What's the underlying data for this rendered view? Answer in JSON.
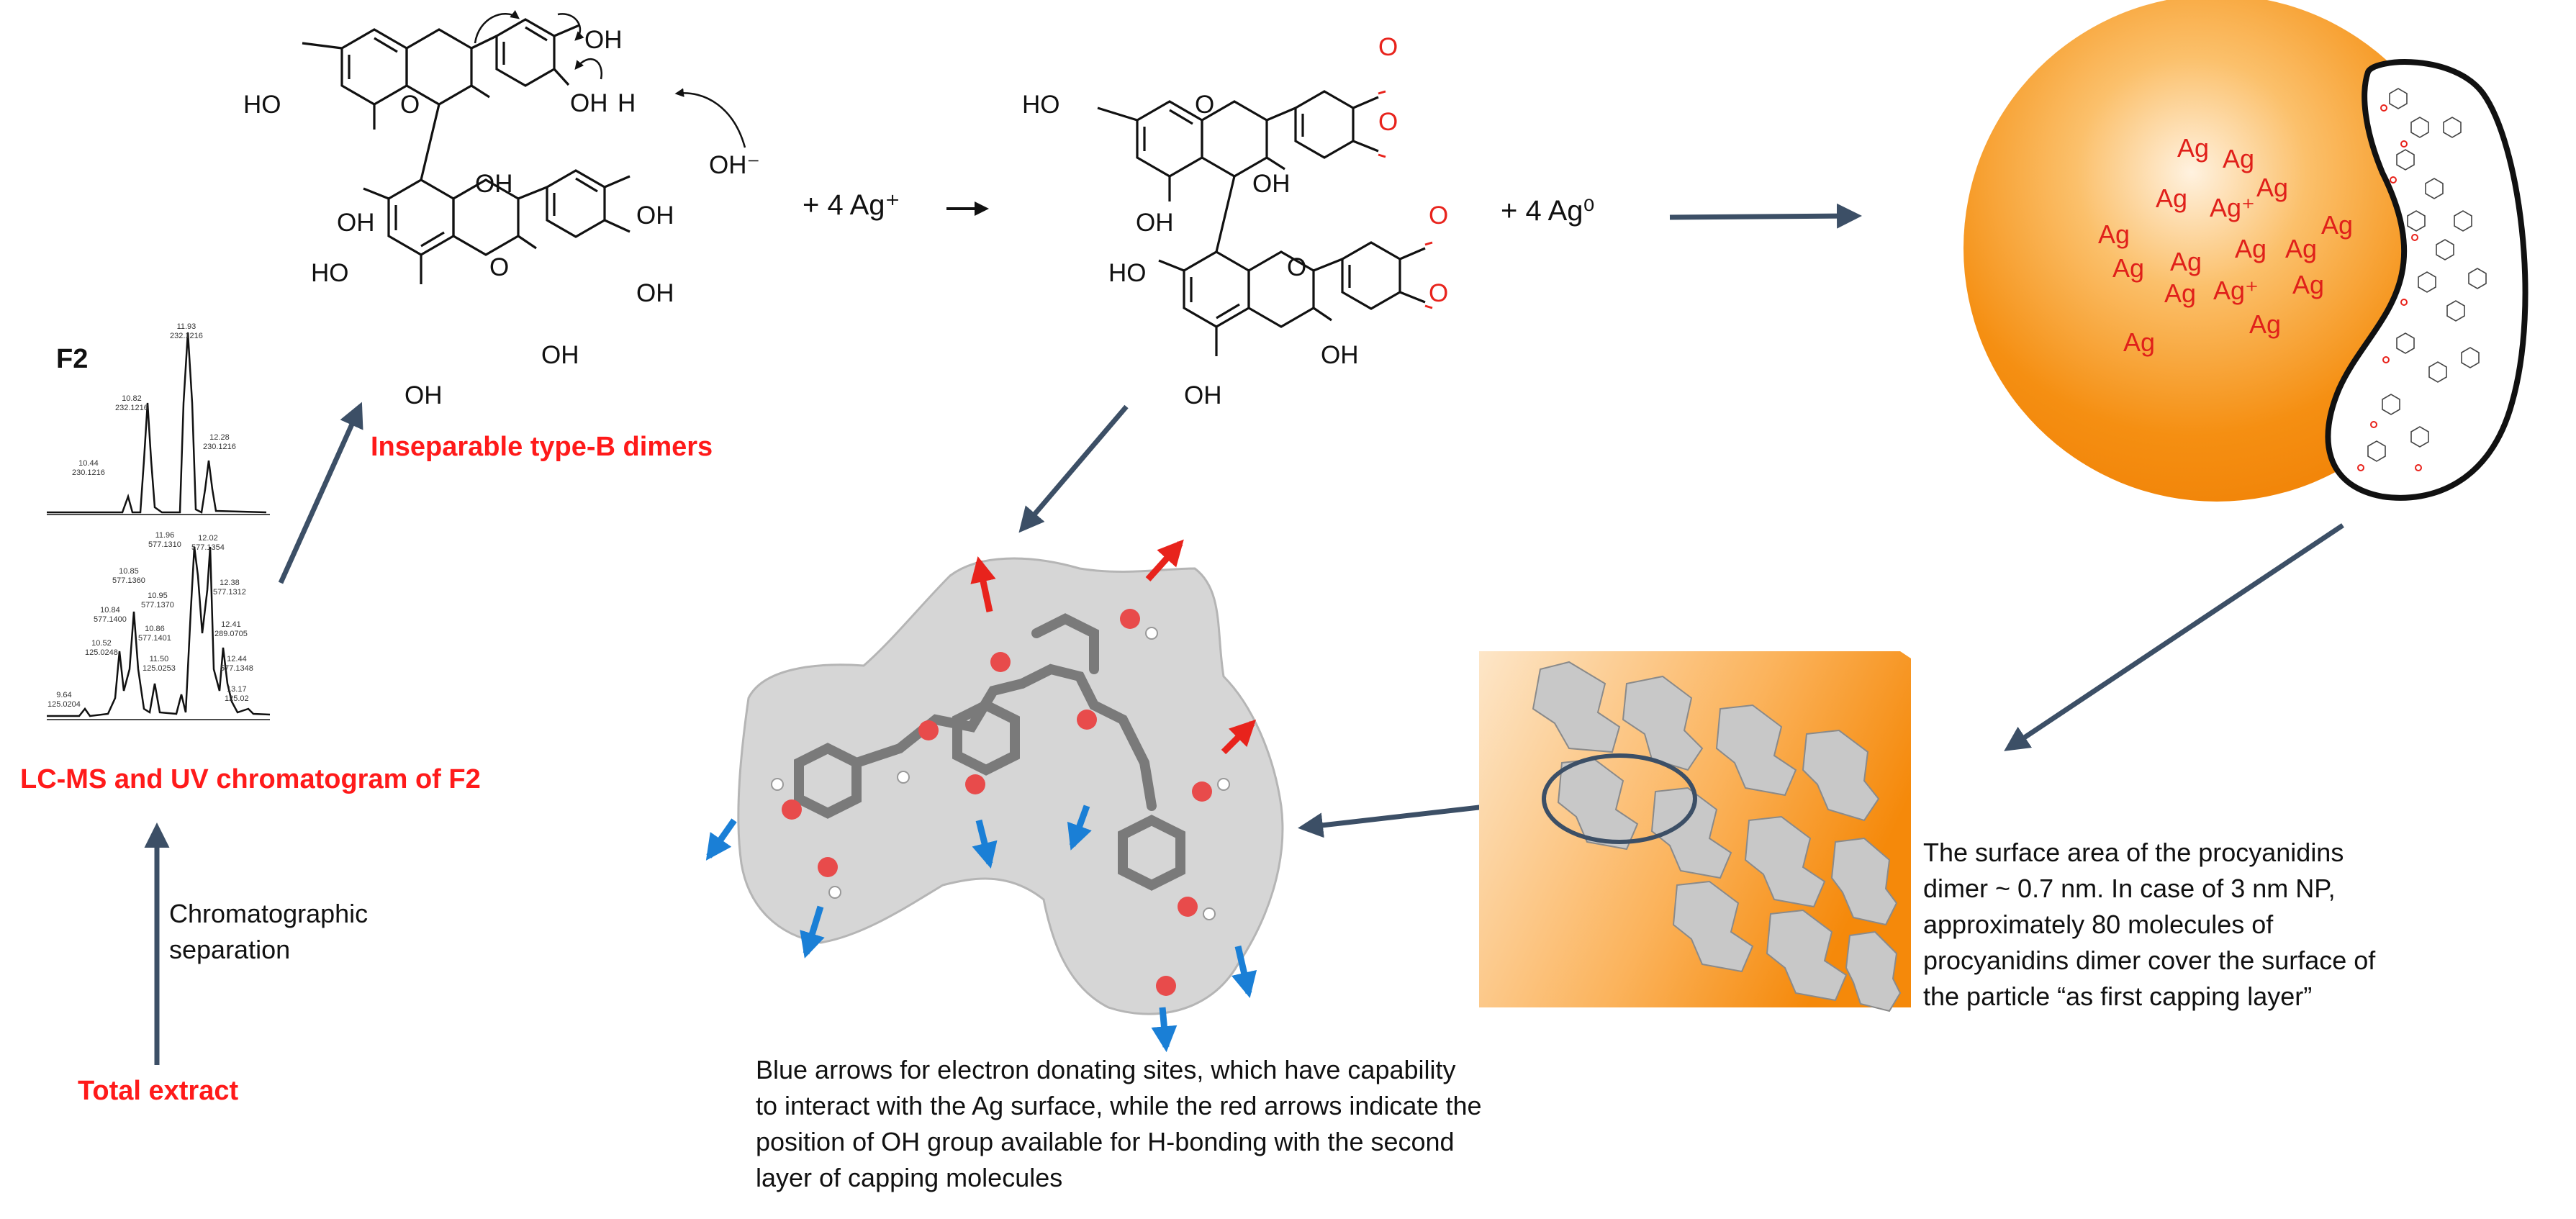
{
  "labels": {
    "f2": "F2",
    "dimers": "Inseparable type-B dimers",
    "lcms": "LC-MS and UV chromatogram of F2",
    "chromatographic": "Chromatographic separation",
    "total_extract": "Total extract",
    "plus_ag_ion": "+ 4 Ag⁺",
    "plus_ag0": "+ 4 Ag⁰",
    "blue_caption": "Blue arrows for electron donating sites, which have capability to interact with the Ag surface, while the red arrows indicate the position of OH group available for H-bonding with the second layer of capping molecules",
    "surface_caption": "The surface area of the procyanidins dimer ~ 0.7 nm. In case of 3 nm NP, approximately 80 molecules of procyanidins dimer cover the surface of the particle “as first capping layer”"
  },
  "chem": {
    "oh": "OH",
    "ho": "HO",
    "o": "O",
    "h": "H",
    "hydroxide": "OH⁻"
  },
  "particle": {
    "ag": "Ag",
    "ag_ion": "Ag⁺"
  },
  "chromatogram": {
    "top_peaks": [
      "10.44\n230.1216",
      "10.82\n232.1216",
      "11.93\n232.1216",
      "12.28\n230.1216"
    ],
    "bottom_peaks": [
      "9.64\n125.0204",
      "10.52\n125.0248",
      "10.84\n577.1400",
      "10.85\n577.1360",
      "10.95\n577.1370",
      "10.86\n577.1401",
      "11.50\n125.0253",
      "11.96\n577.1310",
      "12.02\n577.1354",
      "12.38\n577.1312",
      "12.41\n289.0705",
      "12.44\n577.1348",
      "13.17\n125.02"
    ]
  },
  "colors": {
    "arrow": "#3c4f66",
    "red_text": "#ff1a1a",
    "blue_arrow": "#1a7fd6",
    "red_arrow": "#e8231c",
    "nanoparticle": "#f7941d"
  }
}
